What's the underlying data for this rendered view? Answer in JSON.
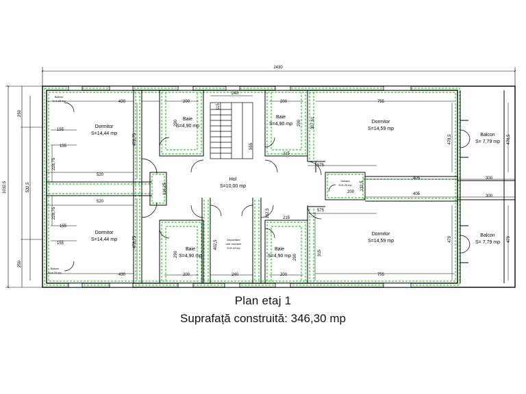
{
  "title": "Plan etaj 1",
  "subtitle": "Suprafață construită: 346,30 mp",
  "dimensions": {
    "total_width": "2430",
    "total_height": "1032,5",
    "left_mid": "532,5",
    "left_top": "250",
    "left_bottom": "250",
    "top": [
      "430",
      "200",
      "240",
      "200",
      "755"
    ],
    "bottom": [
      "430",
      "200",
      "240",
      "200",
      "755"
    ],
    "d155a": "155",
    "d155b": "155",
    "d155c": "155",
    "d155d": "155",
    "d22875a": "228,75",
    "d22875b": "228,75",
    "d520a": "520",
    "d520b": "520",
    "d47875a": "478,75",
    "d47875b": "478,75",
    "d115": "115",
    "d116": "116,25",
    "d290a": "290",
    "d290b": "290",
    "d290c": "290",
    "d290d": "290",
    "d30761": "307,61",
    "d215a": "215",
    "d215b": "215",
    "d575a": "575",
    "d575b": "575",
    "d405a": "405",
    "d405b": "405",
    "d300a": "300",
    "d300b": "300",
    "d200small": "200",
    "d1325": "132,5",
    "d4025": "402,5",
    "d1625": "162,5",
    "d4785a": "478,5",
    "d4785b": "478,5",
    "d479a": "479",
    "d479b": "479",
    "d315": "315",
    "d555": "555"
  },
  "rooms": {
    "balcon_tl": {
      "name": "Balcon",
      "area": "S=4,05 mp"
    },
    "dormitor_tl": {
      "name": "Dormitor",
      "area": "S=14,44 mp"
    },
    "baie_t1": {
      "name": "Baie",
      "area": "S=4,90 mp"
    },
    "baie_t2": {
      "name": "Baie",
      "area": "S=4,90 mp"
    },
    "dormitor_tr": {
      "name": "Dormitor",
      "area": "S=14,59 mp"
    },
    "balcon_tr": {
      "name": "Balcon",
      "area": "S= 7,79 mp"
    },
    "hol": {
      "name": "Hol",
      "area": "S=10,00 mp"
    },
    "debara": {
      "name": "Debara",
      "area": "S=8,25 mp"
    },
    "dormitor_bl": {
      "name": "Dormitor",
      "area": "S=14,44 mp"
    },
    "baie_b1": {
      "name": "Baie",
      "area": "S=4,90 mp"
    },
    "depozitare": {
      "name": "Depozitare",
      "line2": "rufe murdare",
      "area": "S=8,43 mp"
    },
    "baie_b2": {
      "name": "Baie",
      "area": "S=4,90 mp"
    },
    "dormitor_br": {
      "name": "Dormitor",
      "area": "S=14,59 mp"
    },
    "balcon_br": {
      "name": "Balcon",
      "area": "S= 7,79 mp"
    },
    "balcon_bl": {
      "name": "Balcon",
      "area": "S=4,05 mp"
    }
  },
  "colors": {
    "wall": "#000000",
    "insulation": "#2ecc2e",
    "dim_line": "#000000"
  }
}
